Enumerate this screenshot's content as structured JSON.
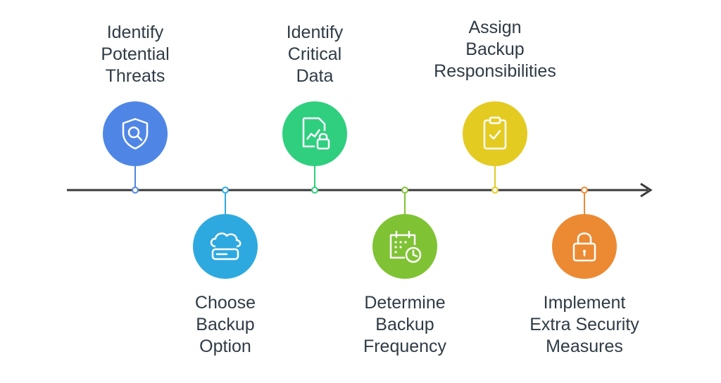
{
  "steps": [
    {
      "label": "Identify\nPotential\nThreats",
      "icon": "shield-search-icon",
      "color": "#4f86e6"
    },
    {
      "label": "Choose\nBackup\nOption",
      "icon": "cloud-storage-icon",
      "color": "#2ea9e0"
    },
    {
      "label": "Identify\nCritical\nData",
      "icon": "data-lock-icon",
      "color": "#2fcf7f"
    },
    {
      "label": "Determine\nBackup\nFrequency",
      "icon": "calendar-clock-icon",
      "color": "#7fc334"
    },
    {
      "label": "Assign\nBackup\nResponsibilities",
      "icon": "clipboard-check-icon",
      "color": "#e4cb22"
    },
    {
      "label": "Implement\nExtra Security\nMeasures",
      "icon": "lock-icon",
      "color": "#ec8a33"
    }
  ],
  "colors": {
    "axis": "#3a3a3a",
    "text": "#2f3b45"
  }
}
